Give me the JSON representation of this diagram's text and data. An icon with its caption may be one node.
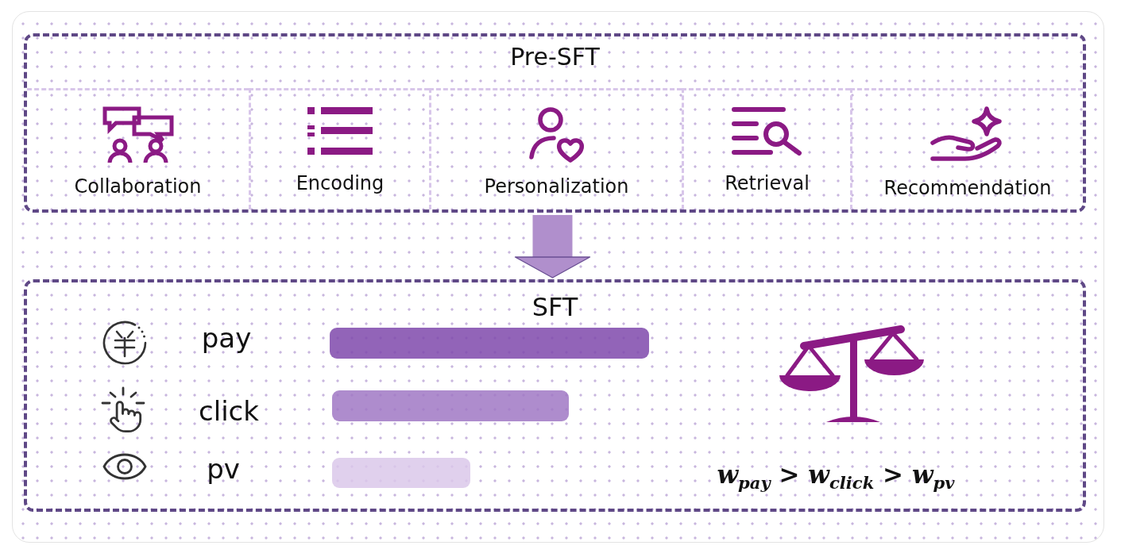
{
  "diagram": {
    "nodes": [
      {
        "text": [
          "Pre-SFT"
        ]
      },
      {
        "text": [
          "Collaboration"
        ],
        "in": 0
      },
      {
        "text": [
          "Encoding"
        ],
        "in": 0
      },
      {
        "text": [
          "Personalization"
        ],
        "in": 0
      },
      {
        "text": [
          "Retrieval"
        ],
        "in": 0
      },
      {
        "text": [
          "Recommendation"
        ],
        "in": 0
      },
      {
        "text": [
          "SFT"
        ]
      },
      {
        "text": [],
        "shape": "bar",
        "in": 6
      },
      {
        "text": [],
        "shape": "bar",
        "in": 6
      },
      {
        "text": [],
        "shape": "bar",
        "in": 6
      }
    ],
    "edges": [
      {
        "from": 0,
        "to": 6,
        "arrow": "to"
      }
    ],
    "labels": [
      "pay",
      "click",
      "pv",
      "w$_{pay}$ > w$_{click}$ > w$_{pv}$"
    ]
  }
}
